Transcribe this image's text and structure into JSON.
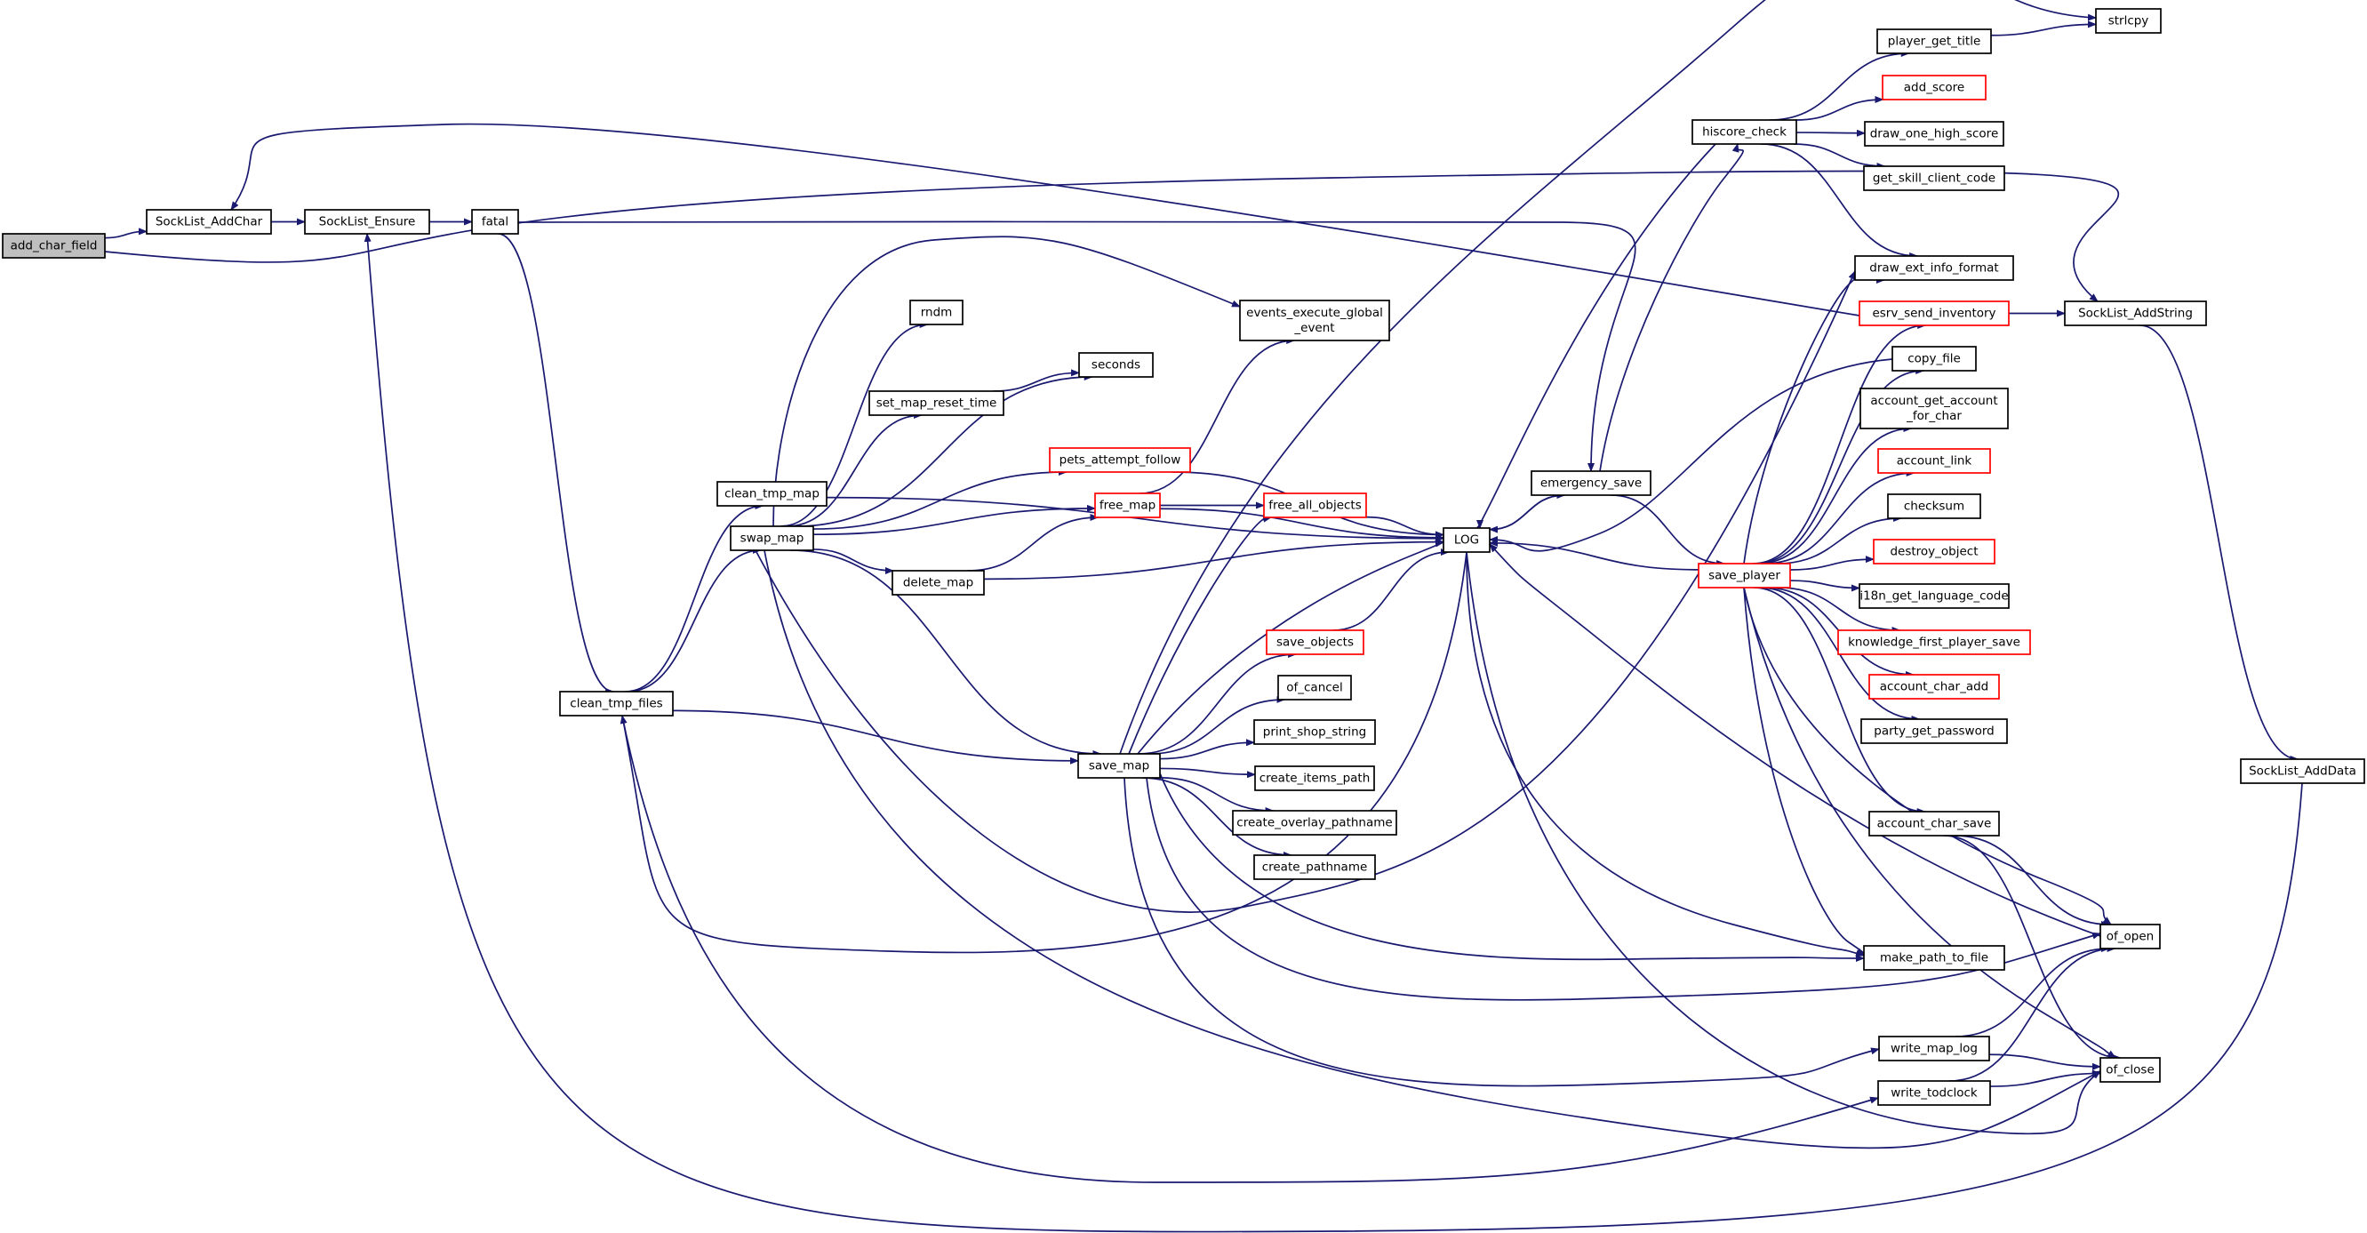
{
  "colors": {
    "edge": "#191970",
    "node_border": "#000000",
    "node_border_incomplete": "#ff0000",
    "node_fill": "#ffffff",
    "focus_fill": "#bfbfbf",
    "text": "#000000"
  },
  "nodes": [
    {
      "id": "add_char_field",
      "label": "add_char_field",
      "focus": true
    },
    {
      "id": "SockList_AddChar",
      "label": "SockList_AddChar"
    },
    {
      "id": "SockList_Ensure",
      "label": "SockList_Ensure"
    },
    {
      "id": "fatal",
      "label": "fatal"
    },
    {
      "id": "clean_tmp_files",
      "label": "clean_tmp_files"
    },
    {
      "id": "clean_tmp_map",
      "label": "clean_tmp_map"
    },
    {
      "id": "swap_map",
      "label": "swap_map"
    },
    {
      "id": "rndm",
      "label": "rndm"
    },
    {
      "id": "set_map_reset_time",
      "label": "set_map_reset_time"
    },
    {
      "id": "seconds",
      "label": "seconds"
    },
    {
      "id": "delete_map",
      "label": "delete_map"
    },
    {
      "id": "pets_attempt_follow",
      "label": "pets_attempt_follow",
      "incomplete": true
    },
    {
      "id": "free_map",
      "label": "free_map",
      "incomplete": true
    },
    {
      "id": "events_execute_global_event",
      "label": [
        "events_execute_global",
        "_event"
      ]
    },
    {
      "id": "free_all_objects",
      "label": "free_all_objects",
      "incomplete": true
    },
    {
      "id": "LOG",
      "label": "LOG"
    },
    {
      "id": "save_map",
      "label": "save_map"
    },
    {
      "id": "save_objects",
      "label": "save_objects",
      "incomplete": true
    },
    {
      "id": "of_cancel",
      "label": "of_cancel"
    },
    {
      "id": "print_shop_string",
      "label": "print_shop_string"
    },
    {
      "id": "create_items_path",
      "label": "create_items_path"
    },
    {
      "id": "create_overlay_pathname",
      "label": "create_overlay_pathname"
    },
    {
      "id": "create_pathname",
      "label": "create_pathname"
    },
    {
      "id": "emergency_save",
      "label": "emergency_save"
    },
    {
      "id": "hiscore_check",
      "label": "hiscore_check"
    },
    {
      "id": "save_player",
      "label": "save_player",
      "incomplete": true
    },
    {
      "id": "player_get_title",
      "label": "player_get_title"
    },
    {
      "id": "strlcpy",
      "label": "strlcpy"
    },
    {
      "id": "add_score",
      "label": "add_score",
      "incomplete": true
    },
    {
      "id": "draw_one_high_score",
      "label": "draw_one_high_score"
    },
    {
      "id": "get_skill_client_code",
      "label": "get_skill_client_code"
    },
    {
      "id": "draw_ext_info_format",
      "label": "draw_ext_info_format"
    },
    {
      "id": "esrv_send_inventory",
      "label": "esrv_send_inventory",
      "incomplete": true
    },
    {
      "id": "copy_file",
      "label": "copy_file"
    },
    {
      "id": "account_get_account_for_char",
      "label": [
        "account_get_account",
        "_for_char"
      ]
    },
    {
      "id": "account_link",
      "label": "account_link",
      "incomplete": true
    },
    {
      "id": "checksum",
      "label": "checksum"
    },
    {
      "id": "destroy_object",
      "label": "destroy_object",
      "incomplete": true
    },
    {
      "id": "i18n_get_language_code",
      "label": "i18n_get_language_code"
    },
    {
      "id": "knowledge_first_player_save",
      "label": "knowledge_first_player_save",
      "incomplete": true
    },
    {
      "id": "account_char_add",
      "label": "account_char_add",
      "incomplete": true
    },
    {
      "id": "party_get_password",
      "label": "party_get_password"
    },
    {
      "id": "account_char_save",
      "label": "account_char_save"
    },
    {
      "id": "make_path_to_file",
      "label": "make_path_to_file"
    },
    {
      "id": "write_map_log",
      "label": "write_map_log"
    },
    {
      "id": "write_todclock",
      "label": "write_todclock"
    },
    {
      "id": "SockList_AddString",
      "label": "SockList_AddString"
    },
    {
      "id": "SockList_AddData",
      "label": "SockList_AddData"
    },
    {
      "id": "of_open",
      "label": "of_open"
    },
    {
      "id": "of_close",
      "label": "of_close"
    }
  ],
  "edges": [
    {
      "from": "add_char_field",
      "to": "SockList_AddChar"
    },
    {
      "from": "add_char_field",
      "to": "SockList_AddString"
    },
    {
      "from": "SockList_AddChar",
      "to": "SockList_Ensure"
    },
    {
      "from": "SockList_Ensure",
      "to": "fatal"
    },
    {
      "from": "fatal",
      "to": "clean_tmp_files"
    },
    {
      "from": "fatal",
      "to": "emergency_save"
    },
    {
      "from": "clean_tmp_files",
      "to": "clean_tmp_map"
    },
    {
      "from": "clean_tmp_files",
      "to": "swap_map"
    },
    {
      "from": "clean_tmp_files",
      "to": "save_map"
    },
    {
      "from": "clean_tmp_map",
      "to": "LOG"
    },
    {
      "from": "swap_map",
      "to": "rndm"
    },
    {
      "from": "swap_map",
      "to": "seconds"
    },
    {
      "from": "swap_map",
      "to": "set_map_reset_time"
    },
    {
      "from": "swap_map",
      "to": "events_execute_global_event"
    },
    {
      "from": "swap_map",
      "to": "pets_attempt_follow"
    },
    {
      "from": "swap_map",
      "to": "free_map"
    },
    {
      "from": "swap_map",
      "to": "delete_map"
    },
    {
      "from": "swap_map",
      "to": "save_map"
    },
    {
      "from": "swap_map",
      "to": "draw_ext_info_format"
    },
    {
      "from": "swap_map",
      "to": "of_close"
    },
    {
      "from": "set_map_reset_time",
      "to": "seconds"
    },
    {
      "from": "delete_map",
      "to": "free_map"
    },
    {
      "from": "delete_map",
      "to": "LOG"
    },
    {
      "from": "pets_attempt_follow",
      "to": "LOG"
    },
    {
      "from": "free_map",
      "to": "events_execute_global_event"
    },
    {
      "from": "free_map",
      "to": "free_all_objects"
    },
    {
      "from": "free_map",
      "to": "LOG"
    },
    {
      "from": "free_all_objects",
      "to": "LOG"
    },
    {
      "from": "save_map",
      "to": "free_all_objects"
    },
    {
      "from": "save_map",
      "to": "LOG"
    },
    {
      "from": "save_map",
      "to": "save_objects"
    },
    {
      "from": "save_map",
      "to": "of_cancel"
    },
    {
      "from": "save_map",
      "to": "print_shop_string"
    },
    {
      "from": "save_map",
      "to": "create_items_path"
    },
    {
      "from": "save_map",
      "to": "create_overlay_pathname"
    },
    {
      "from": "save_map",
      "to": "create_pathname"
    },
    {
      "from": "save_map",
      "to": "strlcpy"
    },
    {
      "from": "save_map",
      "to": "make_path_to_file"
    },
    {
      "from": "save_map",
      "to": "of_open"
    },
    {
      "from": "save_map",
      "to": "write_map_log"
    },
    {
      "from": "save_objects",
      "to": "LOG"
    },
    {
      "from": "LOG",
      "to": "clean_tmp_files"
    },
    {
      "from": "LOG",
      "to": "emergency_save"
    },
    {
      "from": "LOG",
      "to": "make_path_to_file"
    },
    {
      "from": "LOG",
      "to": "of_close"
    },
    {
      "from": "emergency_save",
      "to": "LOG"
    },
    {
      "from": "emergency_save",
      "to": "hiscore_check"
    },
    {
      "from": "emergency_save",
      "to": "save_player"
    },
    {
      "from": "hiscore_check",
      "to": "LOG"
    },
    {
      "from": "hiscore_check",
      "to": "player_get_title"
    },
    {
      "from": "hiscore_check",
      "to": "add_score"
    },
    {
      "from": "hiscore_check",
      "to": "draw_one_high_score"
    },
    {
      "from": "hiscore_check",
      "to": "get_skill_client_code"
    },
    {
      "from": "hiscore_check",
      "to": "draw_ext_info_format"
    },
    {
      "from": "player_get_title",
      "to": "strlcpy"
    },
    {
      "from": "esrv_send_inventory",
      "to": "SockList_AddChar"
    },
    {
      "from": "esrv_send_inventory",
      "to": "SockList_AddString"
    },
    {
      "from": "copy_file",
      "to": "LOG"
    },
    {
      "from": "save_player",
      "to": "LOG"
    },
    {
      "from": "save_player",
      "to": "draw_ext_info_format"
    },
    {
      "from": "save_player",
      "to": "esrv_send_inventory"
    },
    {
      "from": "save_player",
      "to": "copy_file"
    },
    {
      "from": "save_player",
      "to": "account_get_account_for_char"
    },
    {
      "from": "save_player",
      "to": "account_link"
    },
    {
      "from": "save_player",
      "to": "checksum"
    },
    {
      "from": "save_player",
      "to": "destroy_object"
    },
    {
      "from": "save_player",
      "to": "i18n_get_language_code"
    },
    {
      "from": "save_player",
      "to": "knowledge_first_player_save"
    },
    {
      "from": "save_player",
      "to": "account_char_add"
    },
    {
      "from": "save_player",
      "to": "party_get_password"
    },
    {
      "from": "save_player",
      "to": "account_char_save"
    },
    {
      "from": "save_player",
      "to": "make_path_to_file"
    },
    {
      "from": "save_player",
      "to": "of_open"
    },
    {
      "from": "save_player",
      "to": "of_close"
    },
    {
      "from": "account_char_save",
      "to": "of_open"
    },
    {
      "from": "account_char_save",
      "to": "of_close"
    },
    {
      "from": "of_open",
      "to": "LOG"
    },
    {
      "from": "write_map_log",
      "to": "of_open"
    },
    {
      "from": "write_map_log",
      "to": "of_close"
    },
    {
      "from": "write_todclock",
      "to": "of_open"
    },
    {
      "from": "write_todclock",
      "to": "of_close"
    },
    {
      "from": "clean_tmp_files",
      "to": "write_todclock"
    },
    {
      "from": "SockList_AddString",
      "to": "SockList_AddData"
    },
    {
      "from": "SockList_AddData",
      "to": "SockList_Ensure"
    }
  ]
}
